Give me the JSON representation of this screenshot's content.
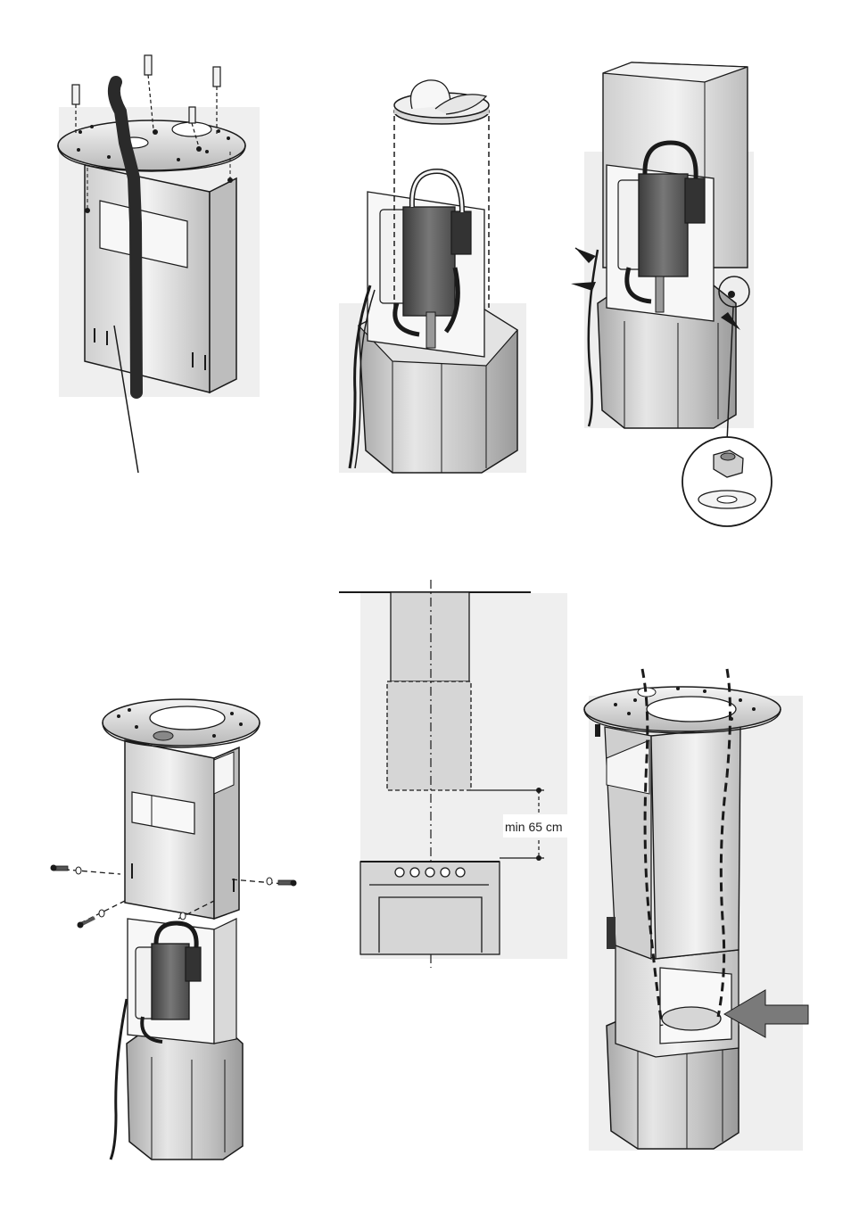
{
  "figures": [
    {
      "id": "fig1",
      "subject": "support-frame-with-flexible-hose"
    },
    {
      "id": "fig2",
      "subject": "motor-unit-with-valve-collar"
    },
    {
      "id": "fig3",
      "subject": "upper-chimney-sleeve-with-nut-detail"
    },
    {
      "id": "fig4",
      "subject": "assembled-frame-with-screws"
    },
    {
      "id": "fig5",
      "subject": "installation-height-diagram"
    },
    {
      "id": "fig6",
      "subject": "final-chimney-with-arrow"
    }
  ],
  "dimension": {
    "label": "min 65 cm"
  },
  "colors": {
    "ink": "#1a1a1a",
    "metal_light": "#e8e8e8",
    "metal_mid": "#c9c9c9",
    "metal_dark": "#8a8a8a",
    "motor": "#555555",
    "hose": "#2a2a2a",
    "backdrop": "#ececec",
    "diagram_fill": "#d6d6d6",
    "arrow": "#7a7a7a"
  }
}
